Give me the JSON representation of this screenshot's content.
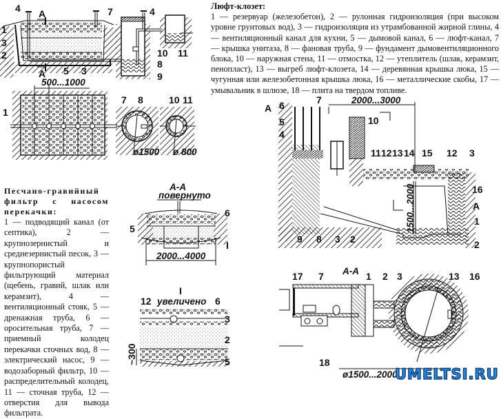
{
  "legend_lyuft": {
    "title": "Люфт-клозет:",
    "text": "1 — резервуар (железобетон), 2 — рулонная гидроизоляция (при высоком уровне грунтовых вод), 3 — гидроизоляция из утрамбованной жирной глины, 4 — вентиляционный канал для кухни, 5 — дымовой канал, 6 — люфт-канал, 7 — крышка унитаза, 8 — фановая труба, 9 — фундамент дымовентиляционного блока, 10 — наружная стена, 11 — отмостка, 12 — утеплитель (шлак, керамзит, пенопласт), 13 — выгреб люфт-клозета, 14 — деревянная крышка люка, 15 — чугунная или железобетонная крышка люка, 16 — металлические скобы, 17 — умывальник в шлюзе, 18 — плита на твердом топливе."
  },
  "legend_filter": {
    "title": "Песчано-гравийный фильтр с насосом перекачки:",
    "text": "1 — подводящий канал (от септика), 2 — крупнозернистый и среднезернистый песок, 3 — крупнопористый фильтрующий материал (щебень, гравий, шлак или керамзит), 4 — вентиляционный стояк, 5 — дренажная труба, 6 — оросительная труба, 7 — приемный колодец перекачки сточных вод, 8 — электрический насос, 9 — водозаборный фильтр, 10 — распределительный колодец, 11 — сточная труба, 12 — отверстия для вывода фильтрата."
  },
  "filter_section": {
    "labels": {
      "n4a": "4",
      "a_top": "А",
      "n1": "1",
      "n3a": "3",
      "n2": "2",
      "a_bot": "А",
      "n5": "5",
      "n3b": "3",
      "n7": "7",
      "n4b": "4",
      "n10": "10",
      "n11": "11",
      "n8": "8",
      "n9": "9"
    }
  },
  "filter_plan": {
    "dimension": "500...1000",
    "labels": {
      "n1": "1",
      "n7": "7",
      "n8": "8",
      "n10": "10",
      "n11": "11"
    },
    "diam_well": "ø1500",
    "diam_small": "ø 800"
  },
  "section_aa": {
    "title": "А-А",
    "subtitle": "повернуто",
    "labels": {
      "n6": "6",
      "n5": "5",
      "detail": "I"
    },
    "dimension": "2000...4000"
  },
  "detail_i": {
    "title": "I",
    "subtitle": "увеличено",
    "labels": {
      "n12": "12",
      "n6": "6",
      "n3": "3",
      "n2": "2",
      "n5": "5"
    },
    "dimension": "~300"
  },
  "closet_section": {
    "labels": {
      "a": "А",
      "n6": "6",
      "n5": "5",
      "n4": "4",
      "n7": "7",
      "n10": "10",
      "n11": "11",
      "n12a": "12",
      "n13": "13",
      "n14": "14",
      "n15": "15",
      "n12b": "12",
      "n3": "3",
      "n16": "16",
      "a_right": "А",
      "n1": "1",
      "n2b": "2",
      "n9": "9",
      "n8": "8",
      "n3b": "3",
      "n2": "2"
    },
    "dimension_width": "2000...3000",
    "dimension_height": "1500...2000"
  },
  "closet_plan": {
    "title": "А-А",
    "labels": {
      "n17": "17",
      "n7": "7",
      "n1": "1",
      "n2": "2",
      "n3": "3",
      "n13": "13",
      "n16": "16",
      "n18": "18"
    },
    "diameter": "ø1500...2000"
  },
  "watermark": {
    "text": "UMELTSI.RU",
    "fill": "#2a8fe0",
    "outline": "#0b3e7a"
  }
}
